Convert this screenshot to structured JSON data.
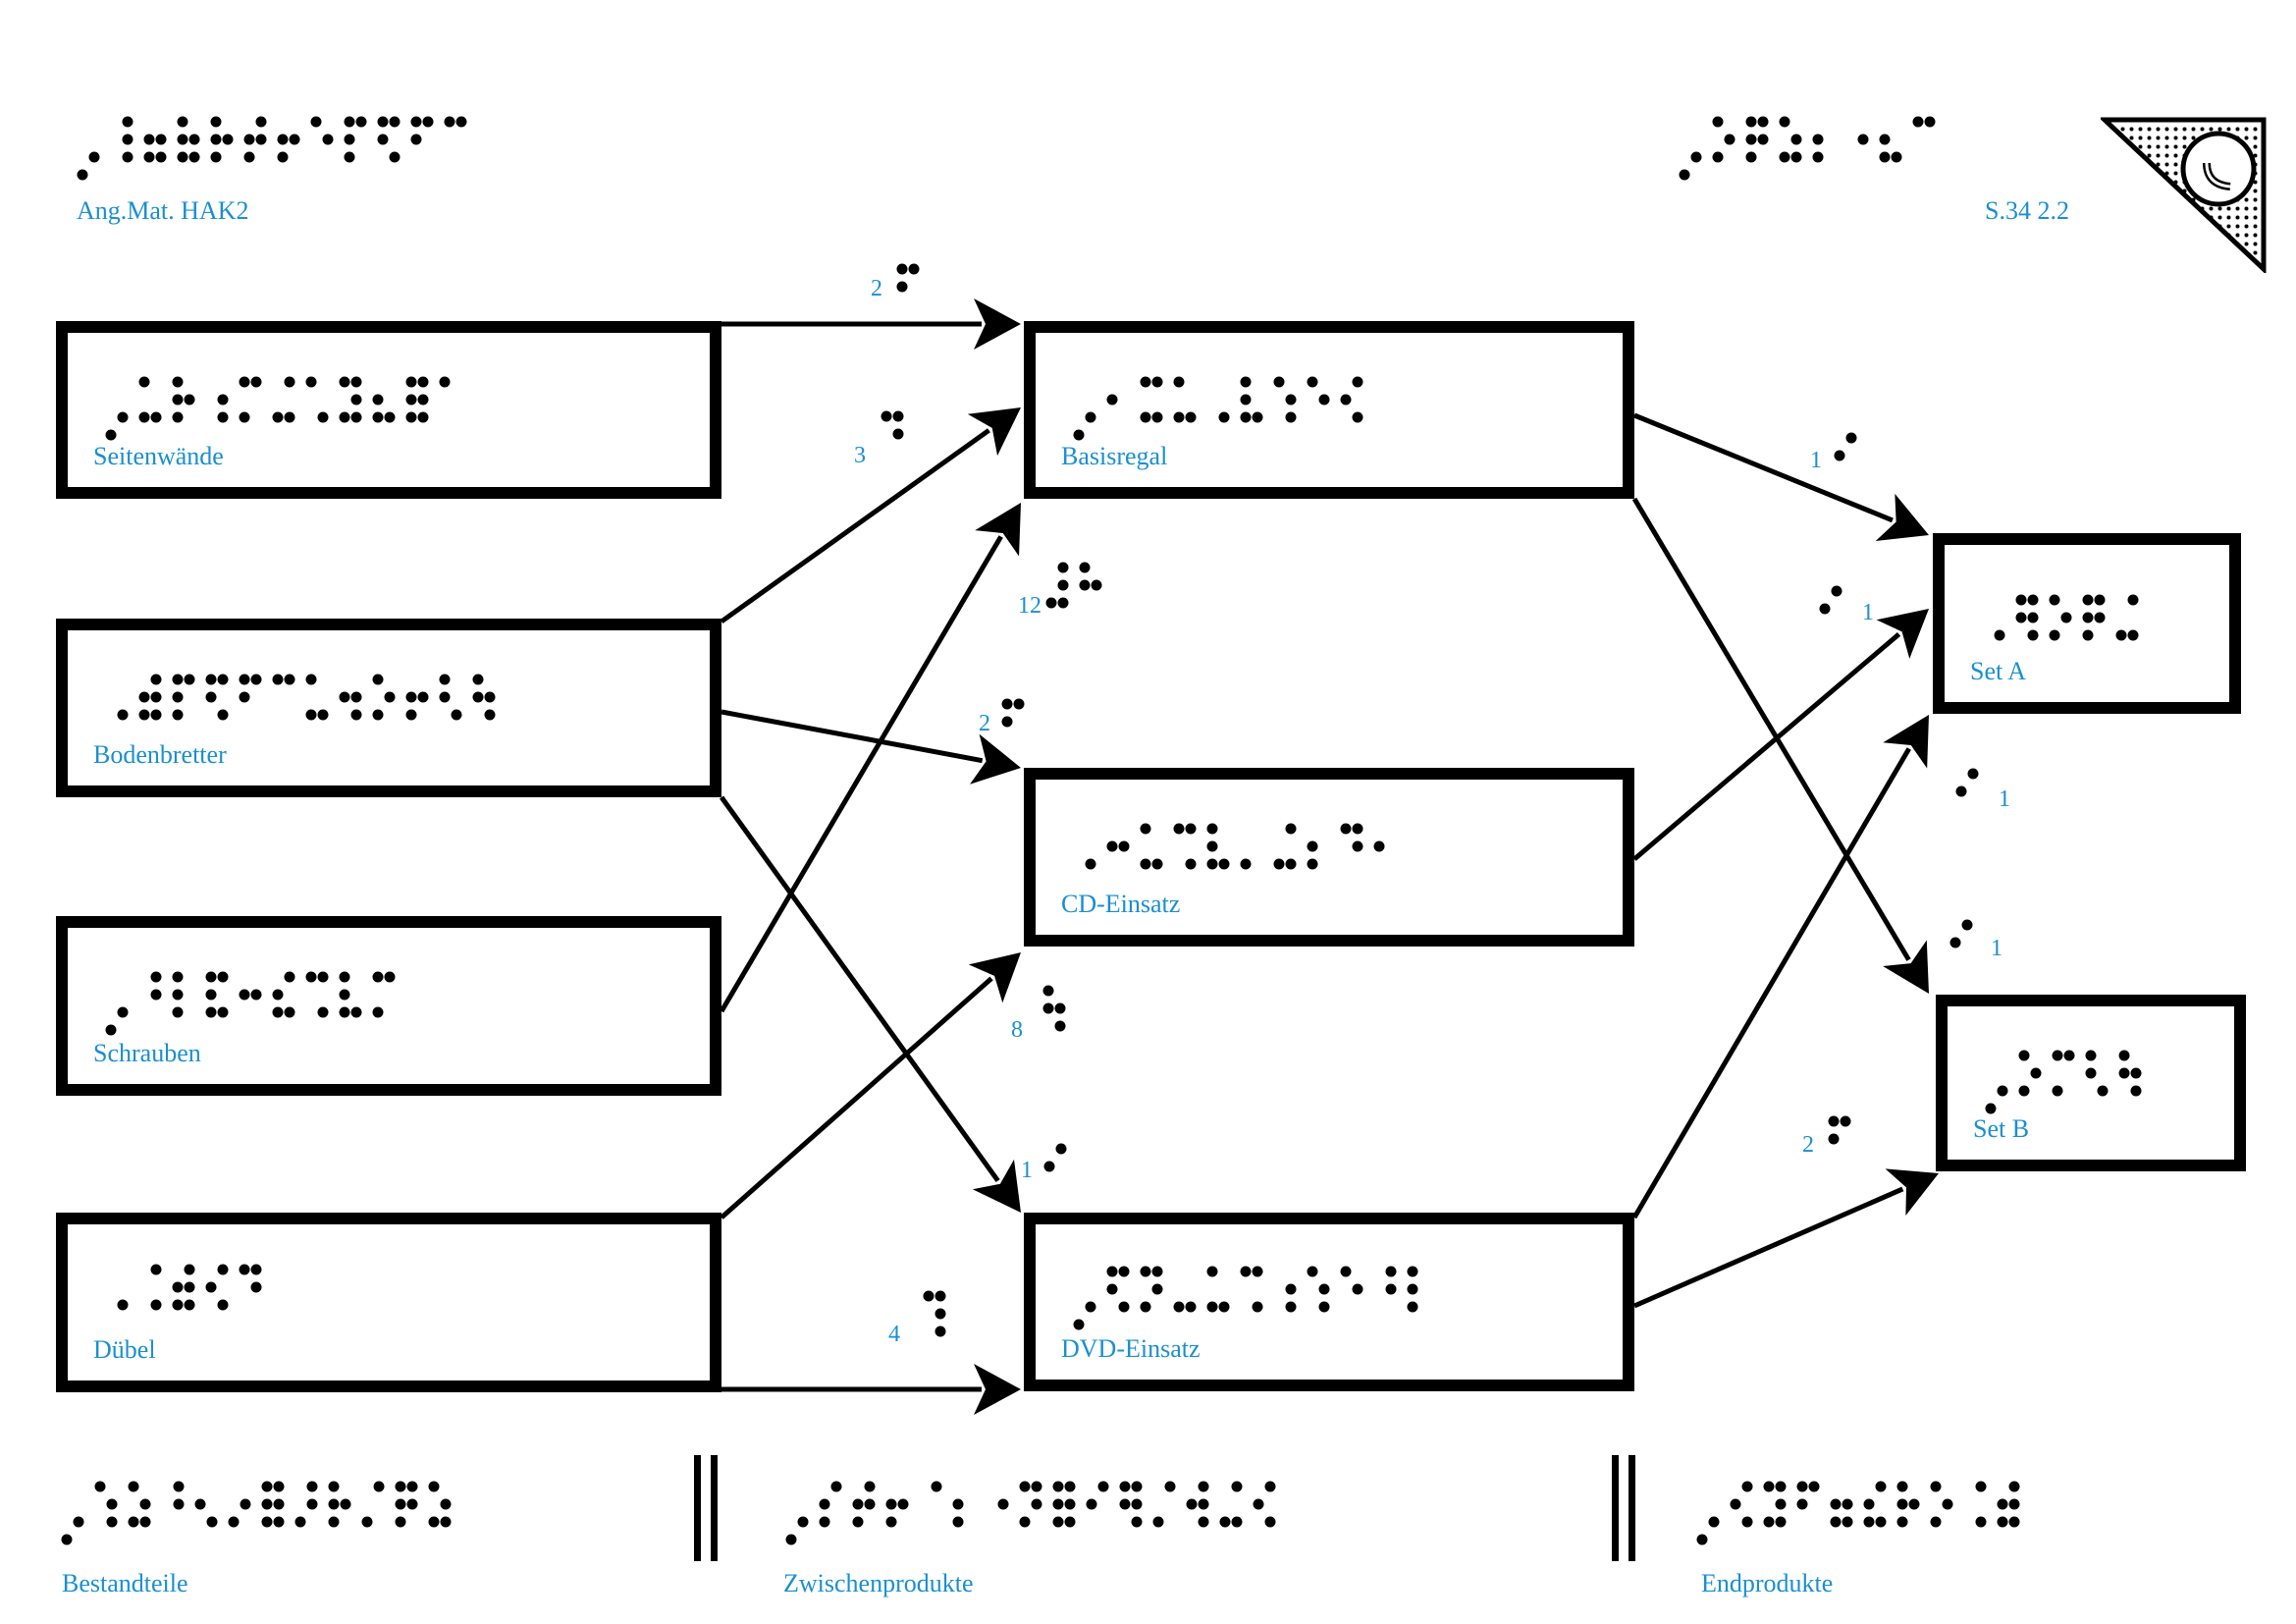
{
  "header": {
    "left_label": "Ang.Mat. HAK2",
    "right_label": "S.34 2.2",
    "corner_logo": "tactile-ear-icon"
  },
  "colors": {
    "label": "#1a8fd1",
    "line": "#000000"
  },
  "nodes": {
    "components": [
      {
        "id": "seitenwaende",
        "label": "Seitenwände"
      },
      {
        "id": "bodenbretter",
        "label": "Bodenbretter"
      },
      {
        "id": "schrauben",
        "label": "Schrauben"
      },
      {
        "id": "duebel",
        "label": "Dübel"
      }
    ],
    "intermediates": [
      {
        "id": "basisregal",
        "label": "Basisregal"
      },
      {
        "id": "cd",
        "label": "CD-Einsatz"
      },
      {
        "id": "dvd",
        "label": "DVD-Einsatz"
      }
    ],
    "products": [
      {
        "id": "setA",
        "label": "Set A"
      },
      {
        "id": "setB",
        "label": "Set B"
      }
    ]
  },
  "edges": [
    {
      "from": "seitenwaende",
      "to": "basisregal",
      "qty": "2"
    },
    {
      "from": "bodenbretter",
      "to": "basisregal",
      "qty": "3"
    },
    {
      "from": "schrauben",
      "to": "basisregal",
      "qty": "12"
    },
    {
      "from": "bodenbretter",
      "to": "cd",
      "qty": "2"
    },
    {
      "from": "duebel",
      "to": "cd",
      "qty": "8"
    },
    {
      "from": "bodenbretter",
      "to": "dvd",
      "qty": "1"
    },
    {
      "from": "duebel",
      "to": "dvd",
      "qty": "4"
    },
    {
      "from": "basisregal",
      "to": "setA",
      "qty": "1"
    },
    {
      "from": "cd",
      "to": "setA",
      "qty": "1"
    },
    {
      "from": "dvd",
      "to": "setA",
      "qty": "1"
    },
    {
      "from": "basisregal",
      "to": "setB",
      "qty": "1"
    },
    {
      "from": "dvd",
      "to": "setB",
      "qty": "2"
    }
  ],
  "footer": {
    "col1": "Bestandteile",
    "col2": "Zwischenprodukte",
    "col3": "Endprodukte"
  }
}
